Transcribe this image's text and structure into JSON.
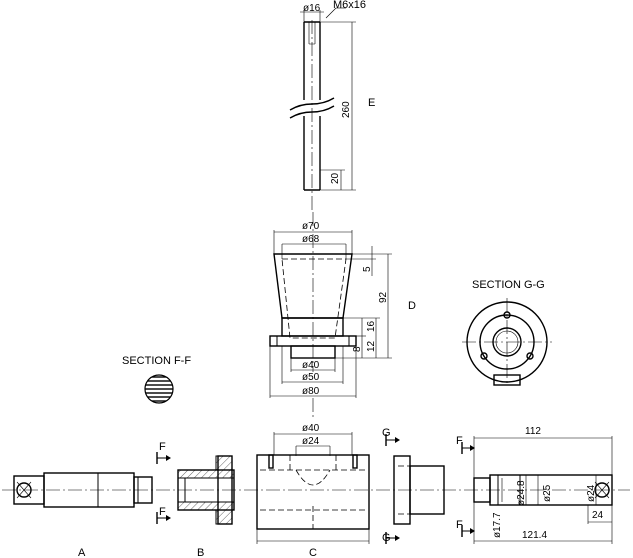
{
  "drawing": {
    "views": {
      "A": "A",
      "B": "B",
      "C": "C",
      "D": "D",
      "E": "E"
    },
    "sections": {
      "ff_title": "SECTION F-F",
      "gg_title": "SECTION G-G",
      "F": "F",
      "G": "G"
    },
    "dims": {
      "rod_dia": "ø16",
      "rod_thread": "M6x16",
      "rod_len": "260",
      "rod_tip": "20",
      "funnel_d70": "ø70",
      "funnel_d68": "ø68",
      "funnel_5": "5",
      "funnel_92": "92",
      "funnel_16": "16",
      "funnel_12": "12",
      "funnel_8": "8",
      "funnel_d40": "ø40",
      "funnel_d50": "ø50",
      "funnel_d80": "ø80",
      "c_d40": "ø40",
      "c_d24": "ø24",
      "a_112": "112",
      "a_1214": "121.4",
      "a_d248": "ø24.8",
      "a_d25": "ø25",
      "a_d24": "ø24",
      "a_24": "24",
      "a_d177": "ø17.7"
    }
  }
}
